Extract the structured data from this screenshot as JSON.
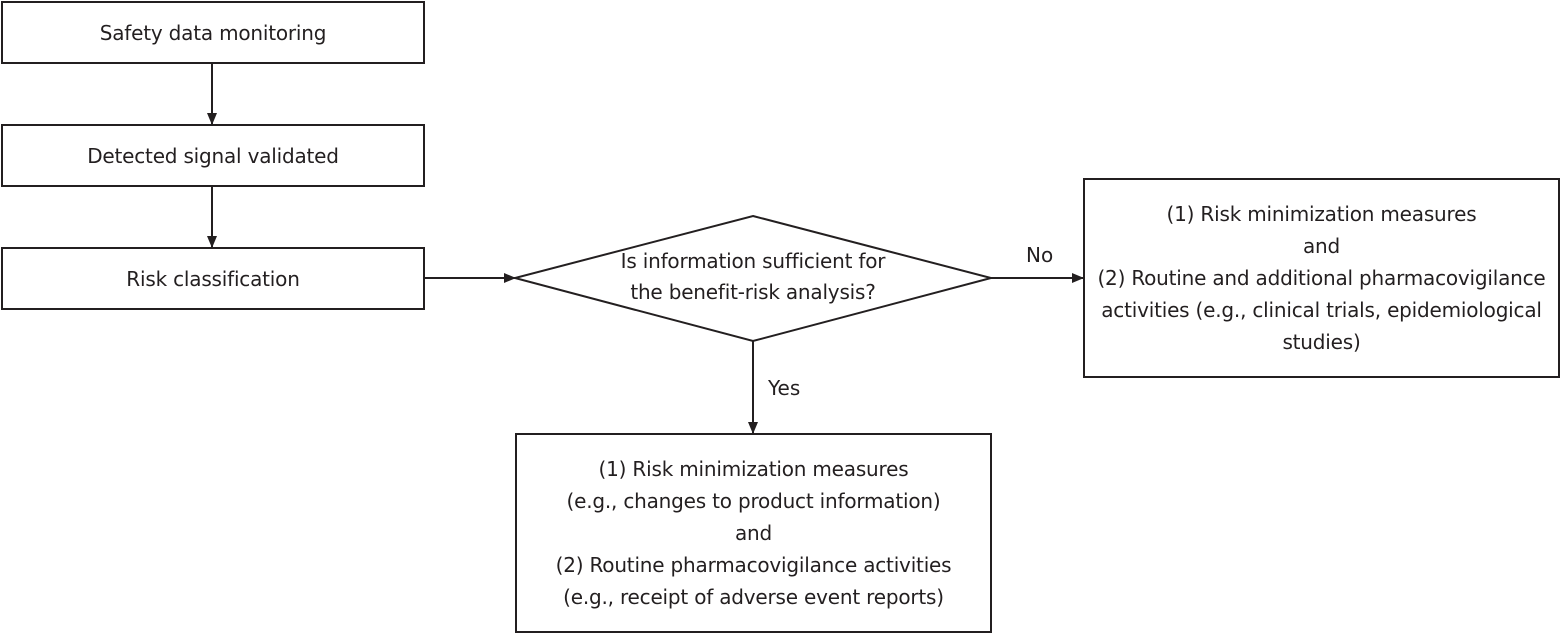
{
  "flowchart": {
    "nodes": {
      "safety_monitoring": {
        "lines": [
          "Safety data monitoring"
        ]
      },
      "signal_validated": {
        "lines": [
          "Detected signal validated"
        ]
      },
      "risk_classification": {
        "lines": [
          "Risk classification"
        ]
      },
      "decision": {
        "lines": [
          "Is information sufficient for",
          "the benefit-risk analysis?"
        ]
      },
      "outcome_no": {
        "lines": [
          "(1) Risk minimization measures",
          "and",
          "(2) Routine and additional pharmacovigilance",
          "activities (e.g., clinical trials, epidemiological",
          "studies)"
        ]
      },
      "outcome_yes": {
        "lines": [
          "(1) Risk minimization measures",
          "(e.g., changes to product information)",
          "and",
          "(2) Routine pharmacovigilance activities",
          "(e.g., receipt of adverse event reports)"
        ]
      }
    },
    "edges": {
      "no_label": "No",
      "yes_label": "Yes"
    },
    "colors": {
      "stroke": "#231f20",
      "fill": "#ffffff",
      "text": "#231f20"
    }
  }
}
